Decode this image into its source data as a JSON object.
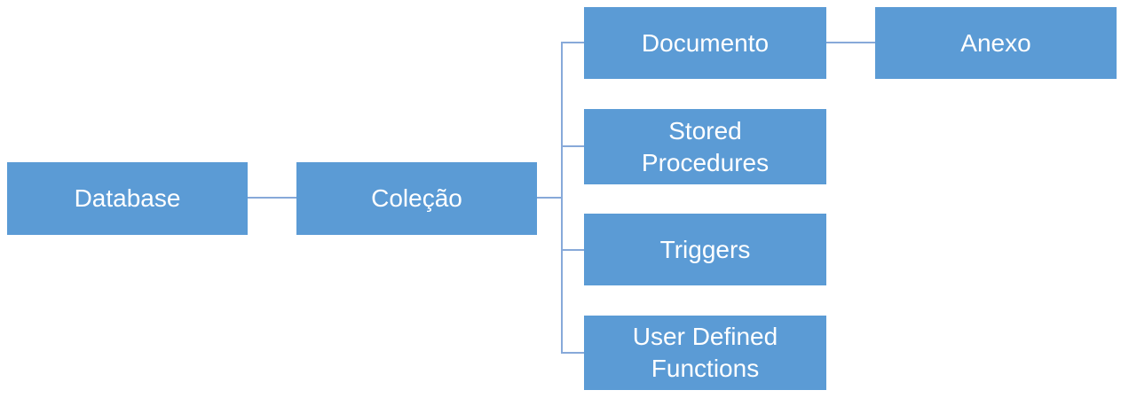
{
  "diagram": {
    "type": "hierarchy-tree",
    "direction": "left-to-right",
    "colors": {
      "node_fill": "#5B9BD5",
      "node_text": "#FFFFFF",
      "connector": "#87A9D9",
      "background": "#FFFFFF"
    },
    "nodes": [
      {
        "id": "database",
        "label": "Database",
        "parent": null
      },
      {
        "id": "colecao",
        "label": "Coleção",
        "parent": "database"
      },
      {
        "id": "documento",
        "label": "Documento",
        "parent": "colecao"
      },
      {
        "id": "anexo",
        "label": "Anexo",
        "parent": "documento"
      },
      {
        "id": "stored-procedures",
        "label": "Stored Procedures",
        "parent": "colecao"
      },
      {
        "id": "triggers",
        "label": "Triggers",
        "parent": "colecao"
      },
      {
        "id": "user-defined-functions",
        "label": "User Defined Functions",
        "parent": "colecao"
      }
    ],
    "edges": [
      {
        "from": "database",
        "to": "colecao"
      },
      {
        "from": "colecao",
        "to": "documento"
      },
      {
        "from": "colecao",
        "to": "stored-procedures"
      },
      {
        "from": "colecao",
        "to": "triggers"
      },
      {
        "from": "colecao",
        "to": "user-defined-functions"
      },
      {
        "from": "documento",
        "to": "anexo"
      }
    ]
  }
}
